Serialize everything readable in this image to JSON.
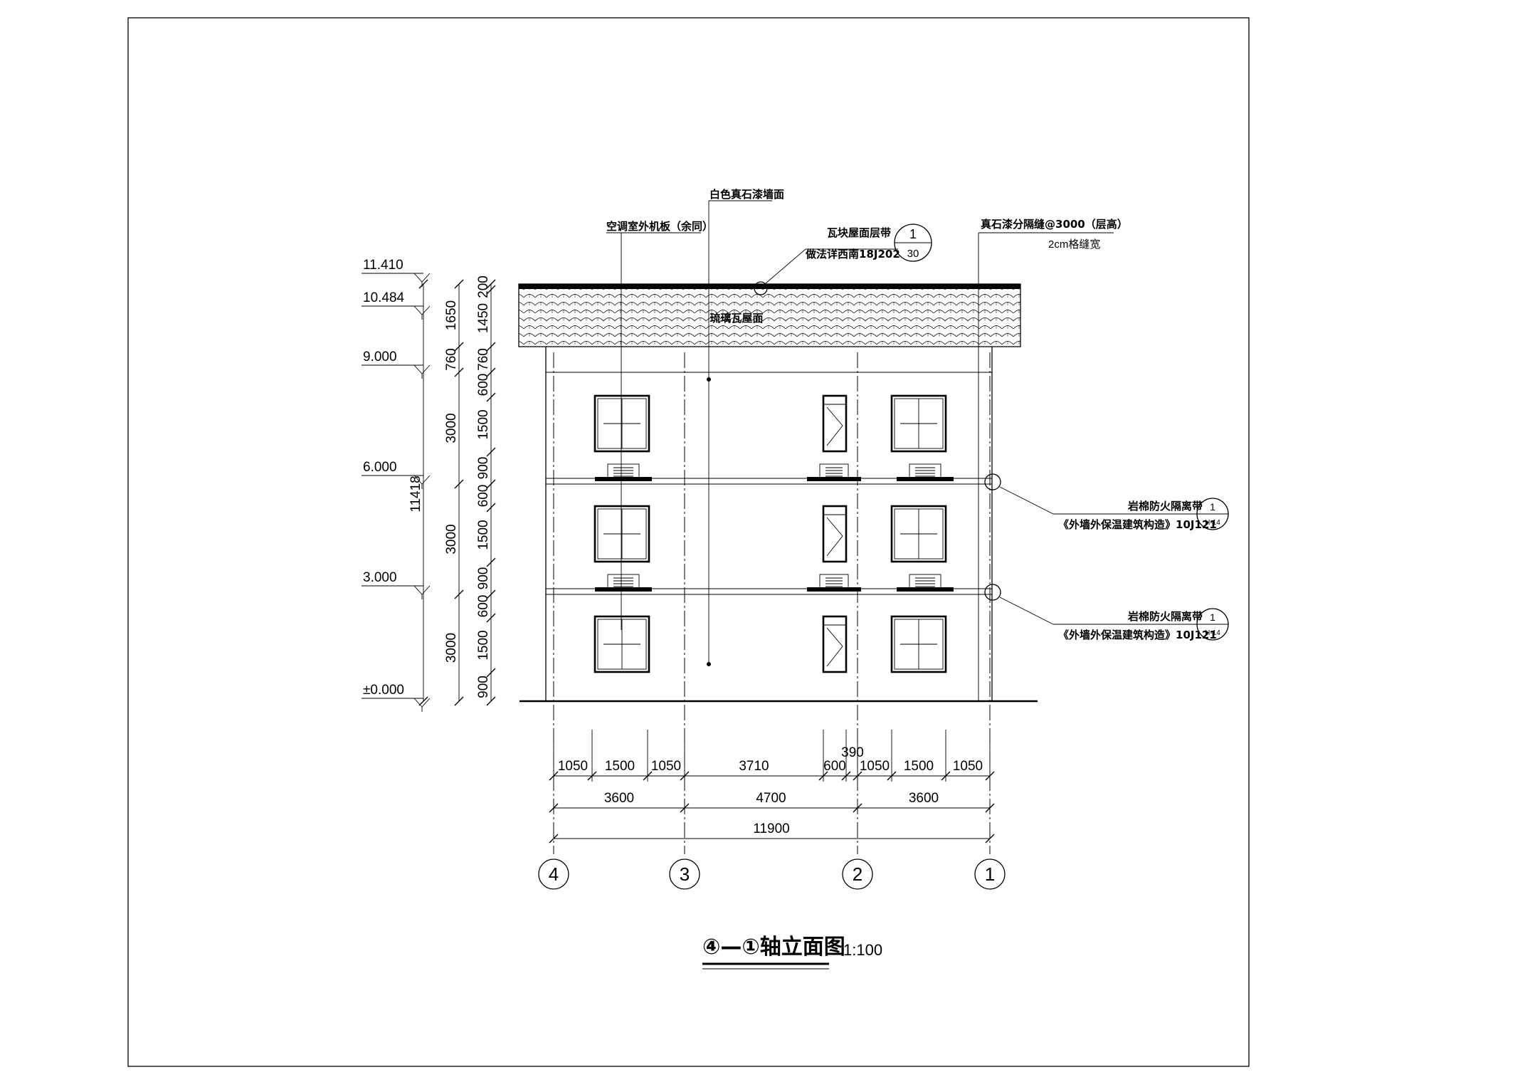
{
  "sheet": {
    "title": "④—①轴立面图",
    "scale": "1:100"
  },
  "roof": {
    "fill_label": "琉璃瓦屋面"
  },
  "callouts": {
    "wall_finish": "白色真石漆墙面",
    "ac_panel": "空调室外机板（余同）",
    "roof_band": "瓦块屋面层带",
    "roof_band_ref": "做法详西南18J202",
    "roof_band_index_top": "1",
    "roof_band_index_bottom": "30",
    "joint": "真石漆分隔缝@3000（层高）",
    "joint_width": "2cm格缝宽",
    "firebreak": [
      {
        "label": "岩棉防火隔离带",
        "ref": "《外墙外保温建筑构造》10J121",
        "index_top": "1",
        "index_bottom": "H-14"
      },
      {
        "label": "岩棉防火隔离带",
        "ref": "《外墙外保温建筑构造》10J121",
        "index_top": "1",
        "index_bottom": "H-14"
      }
    ]
  },
  "levels": [
    "11.410",
    "10.484",
    "9.000",
    "6.000",
    "3.000",
    "±0.000"
  ],
  "left_dims": {
    "total": "11418",
    "outer": [
      "1650",
      "760",
      "3000",
      "3000",
      "3000"
    ],
    "inner": [
      "200",
      "1450",
      "760",
      "600",
      "1500",
      "900",
      "600",
      "1500",
      "900",
      "600",
      "1500",
      "900"
    ]
  },
  "bottom_dims": {
    "row1": [
      "1050",
      "1500",
      "1050",
      "3710",
      "600",
      "1050",
      "1500",
      "1050"
    ],
    "extra": "390",
    "row2": [
      "3600",
      "4700",
      "3600"
    ],
    "total": "11900"
  },
  "axes": [
    "4",
    "3",
    "2",
    "1"
  ]
}
